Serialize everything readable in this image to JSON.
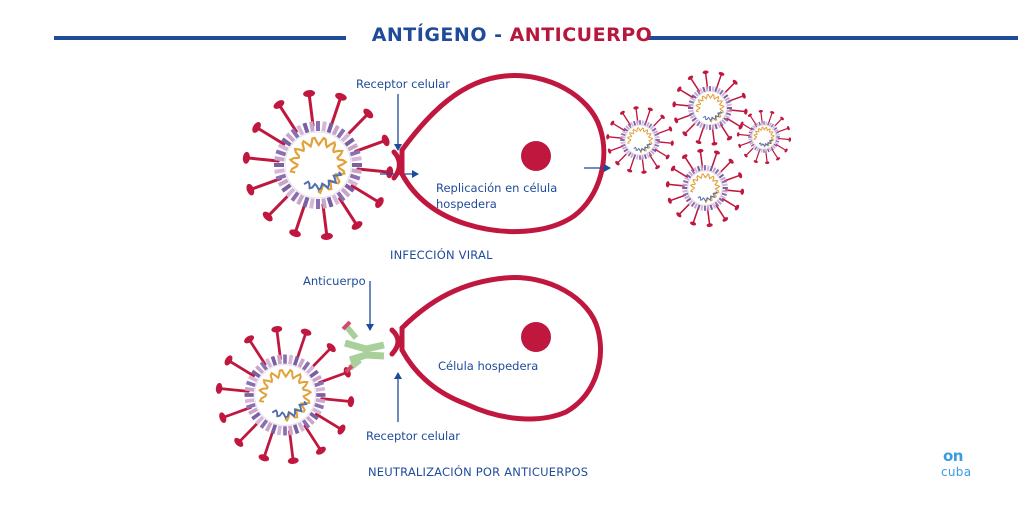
{
  "title": {
    "part_a": "ANTÍGENO",
    "separator": " - ",
    "part_b": "ANTICUERPO"
  },
  "top_panel": {
    "receptor_label": "Receptor celular",
    "cell_label_line1": "Replicación en célula",
    "cell_label_line2": "hospedera",
    "caption": "INFECCIÓN VIRAL"
  },
  "bottom_panel": {
    "antibody_label": "Anticuerpo",
    "cell_label": "Célula hospedera",
    "receptor_label": "Receptor celular",
    "caption": "NEUTRALIZACIÓN POR ANTICUERPOS"
  },
  "logo": {
    "top": "on",
    "bottom": "cuba"
  },
  "colors": {
    "title_blue": "#1f4b9a",
    "title_red": "#b8173d",
    "cell_red": "#c0173f",
    "arrow_blue": "#1f4b9a",
    "antibody_green": "#a9cf9b",
    "logo_blue": "#3a9be0"
  }
}
